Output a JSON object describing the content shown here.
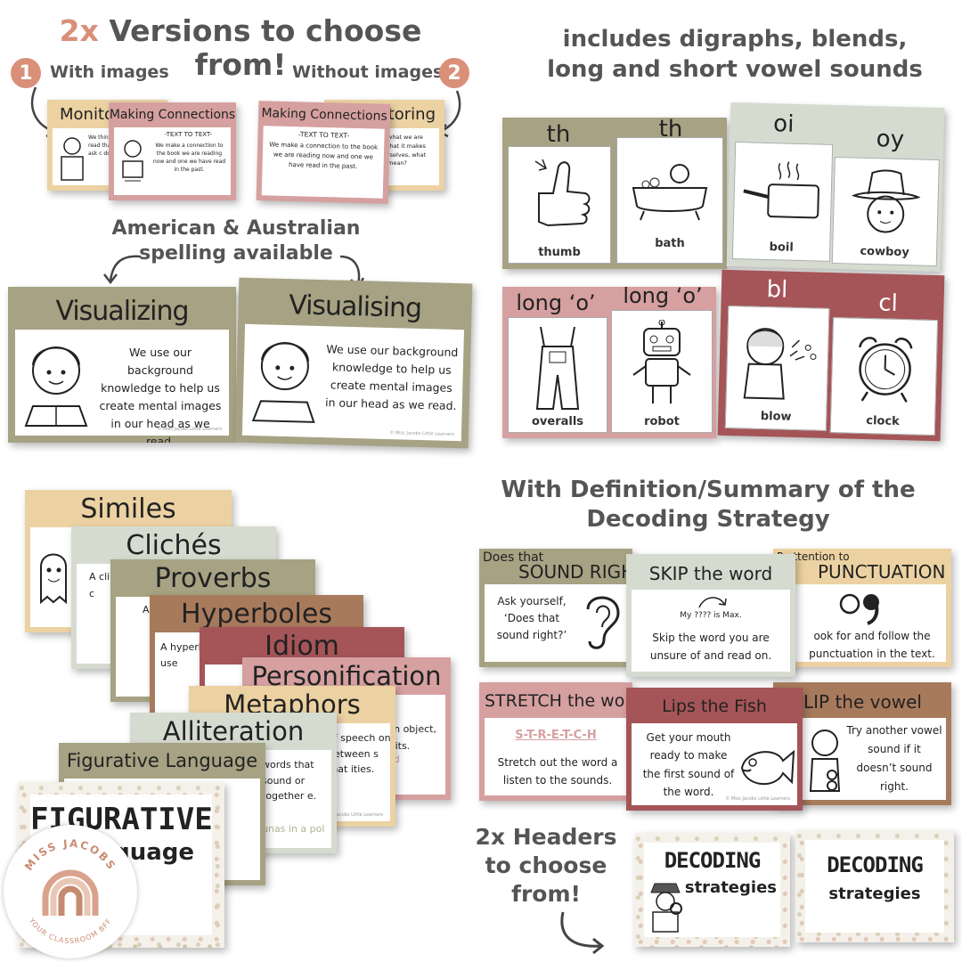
{
  "headings": {
    "versions_prefix": "2x",
    "versions_rest": " Versions to choose from!",
    "with_images_num": "1",
    "with_images": "With images",
    "without_images": "Without images",
    "without_images_num": "2",
    "spelling_line1": "American & Australian",
    "spelling_line2": "spelling available",
    "phonics_line1": "includes digraphs, blends,",
    "phonics_line2": "long and short vowel sounds",
    "definition_line1": "With Definition/Summary of the",
    "definition_line2": "Decoding Strategy",
    "headers_line1": "2x Headers",
    "headers_line2": "to choose",
    "headers_line3": "from!"
  },
  "version_cards": {
    "monitoring_a": "Monito",
    "making_a_title": "Making Connections",
    "making_a_sub": "-TEXT TO TEXT-",
    "making_a_body": "We make a connection to the book we are reading now and one we have read in the past.",
    "monitor_a_body": "We think are read that it We ask c does",
    "making_b_title": "Making Connections",
    "making_b_sub": "-TEXT TO TEXT-",
    "making_b_body": "We make a connection to the book we are reading now and one we have read in the past.",
    "monitoring_b": "Monitoring",
    "monitor_b_body": "what we are that it makes rselves, what mean?"
  },
  "visualizing_cards": {
    "us_title": "Visualizing",
    "au_title": "Visualising",
    "body": "We use our background knowledge to help us create mental images in our head as we read.",
    "credit": "© Miss Jacobs Little Learners"
  },
  "phonics_cards": [
    {
      "label1": "th",
      "word1": "thumb",
      "label2": "th",
      "word2": "bath",
      "color": "#a6a283"
    },
    {
      "label1": "oi",
      "word1": "boil",
      "label2": "oy",
      "word2": "cowboy",
      "color": "#d6dbd0"
    },
    {
      "label1": "long ‘o’",
      "word1": "overalls",
      "label2": "long ‘o’",
      "word2": "robot",
      "color": "#d6a0a0"
    },
    {
      "label1": "bl",
      "word1": "blow",
      "label2": "cl",
      "word2": "clock",
      "color": "#a55457"
    }
  ],
  "figurative_cards": {
    "similes": "Similes",
    "cliches": "Clichés",
    "cliches_body": "A cli is c",
    "proverbs": "Proverbs",
    "proverbs_body": "A",
    "hyperboles": "Hyperboles",
    "hyperboles_body": "A hyperb use",
    "idiom": "Idiom",
    "personification": "Personification",
    "personification_body": "tain object, traits.",
    "personification_ex": "and",
    "metaphors": "Metaphors",
    "metaphors_body": "of speech on between s that ities.",
    "alliteration": "Alliteration",
    "alliteration_body": "words that sound or together e.",
    "alliteration_ex": "unas in a pol",
    "figurative_language": "Figurative Language",
    "header_top": "FIGURATIVE",
    "header_bottom": "nguage"
  },
  "logo": {
    "top": "MISS JACOBS",
    "bottom": "YOUR CLASSROOM BFF"
  },
  "decoding_cards": {
    "sound_pre": "Does that",
    "sound_title": "SOUND RIGH",
    "sound_body": "Ask yourself, ‘Does that sound right?’",
    "skip_title": "SKIP the word",
    "skip_example": "My ???? is Max.",
    "skip_body": "Skip the word you are unsure of and read on.",
    "punct_pre": "P attention to",
    "punct_title": "PUNCTUATION",
    "punct_body": "ook for and follow the punctuation in the text.",
    "stretch_title": "STRETCH the wo",
    "stretch_example": "S-T-R-E-T-C-H",
    "stretch_body": "Stretch out the word a listen to the sounds.",
    "lips_title": "Lips the Fish",
    "lips_body": "Get your mouth ready to make the first sound of the word.",
    "flip_title": "LIP the vowel",
    "flip_body": "Try another vowel sound if it doesn’t sound right."
  },
  "header_cards": {
    "a_top": "DECODING",
    "a_bottom": "strategies",
    "b_top": "DECODING",
    "b_bottom": "strategies"
  },
  "colors": {
    "accent": "#d98f78",
    "olive": "#a6a283",
    "sage": "#d6dbd0",
    "blush": "#d6a0a0",
    "brick": "#a55457",
    "tan": "#ecd2a2",
    "brown": "#a87a5c"
  }
}
